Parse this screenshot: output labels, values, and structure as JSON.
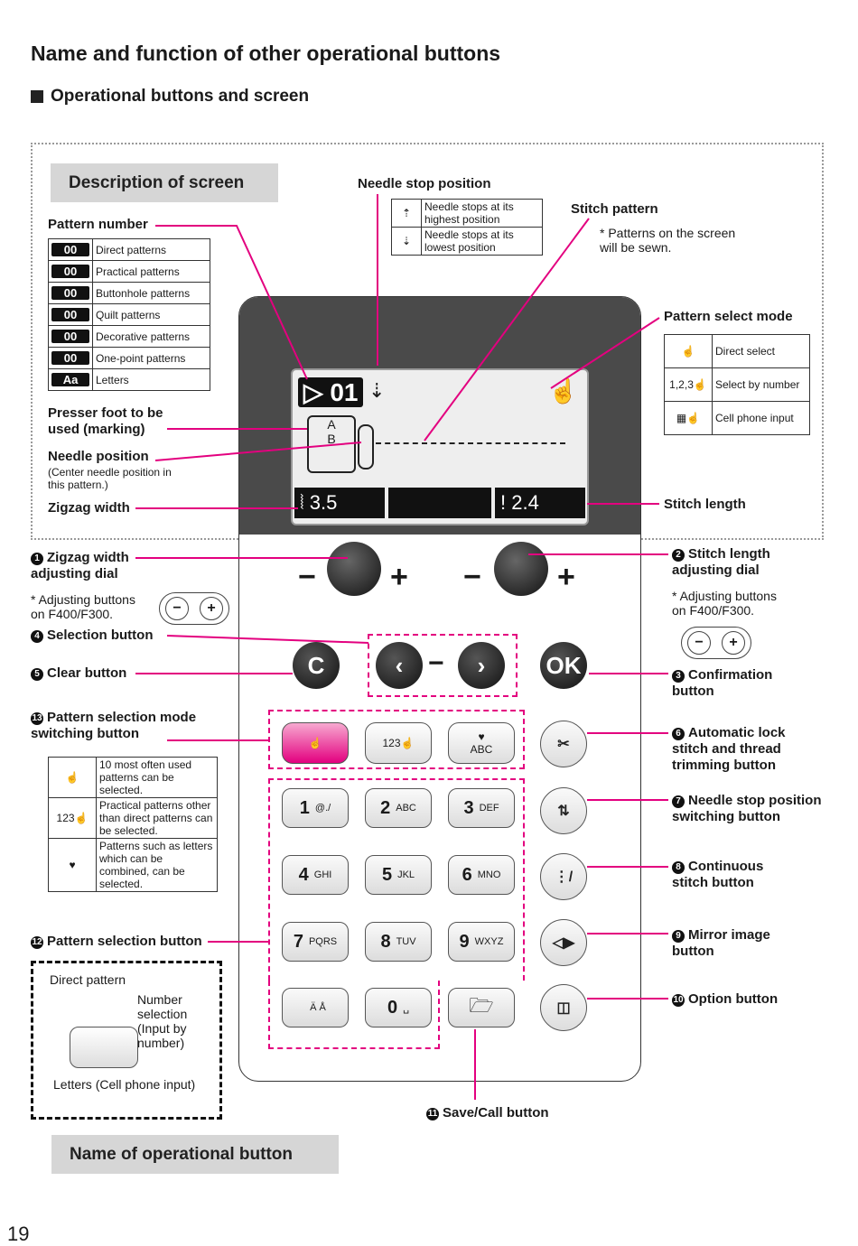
{
  "title": "Name and function of other operational buttons",
  "section": "Operational buttons and screen",
  "screen_desc": "Description of screen",
  "button_name": "Name of operational button",
  "page_number": "19",
  "colors": {
    "accent": "#e3007f",
    "panel_dark": "#4a4a4a"
  },
  "needle_stop": {
    "title": "Needle stop position",
    "rows": [
      "Needle stops at its highest position",
      "Needle stops at its lowest position"
    ]
  },
  "stitch_pattern": {
    "title": "Stitch pattern",
    "note": "* Patterns on the screen will be sewn."
  },
  "pattern_number": {
    "title": "Pattern number",
    "rows": [
      {
        "badge": "00",
        "label": "Direct patterns"
      },
      {
        "badge": "00",
        "label": "Practical patterns"
      },
      {
        "badge": "00",
        "label": "Buttonhole patterns"
      },
      {
        "badge": "00",
        "label": "Quilt patterns"
      },
      {
        "badge": "00",
        "label": "Decorative patterns"
      },
      {
        "badge": "00",
        "label": "One-point patterns"
      },
      {
        "badge": "Aa",
        "label": "Letters"
      }
    ]
  },
  "pattern_select_mode": {
    "title": "Pattern select mode",
    "rows": [
      "Direct select",
      "Select by number",
      "Cell phone input"
    ]
  },
  "labels": {
    "presser": "Presser foot to be used (marking)",
    "needle_pos": "Needle position",
    "needle_pos_sub": "(Center needle position in this pattern.)",
    "zigzag_width": "Zigzag width",
    "stitch_length": "Stitch length",
    "b1": "Zigzag width adjusting dial",
    "b1_note": "* Adjusting buttons on F400/F300.",
    "b2": "Stitch length adjusting dial",
    "b2_note": "* Adjusting buttons on F400/F300.",
    "b3": "Confirmation button",
    "b4": "Selection button",
    "b5": "Clear button",
    "b6": "Automatic lock stitch and thread trimming button",
    "b7": "Needle stop position switching button",
    "b8": "Continuous stitch button",
    "b9": "Mirror image button",
    "b10": "Option button",
    "b11": "Save/Call button",
    "b12": "Pattern selection button",
    "b13": "Pattern selection mode switching button"
  },
  "mode_table": [
    "10 most often used patterns can be selected.",
    "Practical patterns other than direct patterns can be selected.",
    "Patterns such as letters which can be combined, can be selected."
  ],
  "inset": {
    "direct": "Direct pattern",
    "number": "Number selection (Input by number)",
    "letters": "Letters (Cell phone input)"
  },
  "lcd": {
    "pattern": "01",
    "width": "3.5",
    "length": "2.4"
  },
  "buttons": {
    "clear": "C",
    "ok": "OK",
    "mode3": "ABC",
    "mode2": "123"
  },
  "keys": [
    {
      "n": "1",
      "s": "@./"
    },
    {
      "n": "2",
      "s": "ABC"
    },
    {
      "n": "3",
      "s": "DEF"
    },
    {
      "n": "4",
      "s": "GHI"
    },
    {
      "n": "5",
      "s": "JKL"
    },
    {
      "n": "6",
      "s": "MNO"
    },
    {
      "n": "7",
      "s": "PQRS"
    },
    {
      "n": "8",
      "s": "TUV"
    },
    {
      "n": "9",
      "s": "WXYZ"
    },
    {
      "n": "",
      "s": "Ä Å"
    },
    {
      "n": "0",
      "s": "␣"
    }
  ]
}
